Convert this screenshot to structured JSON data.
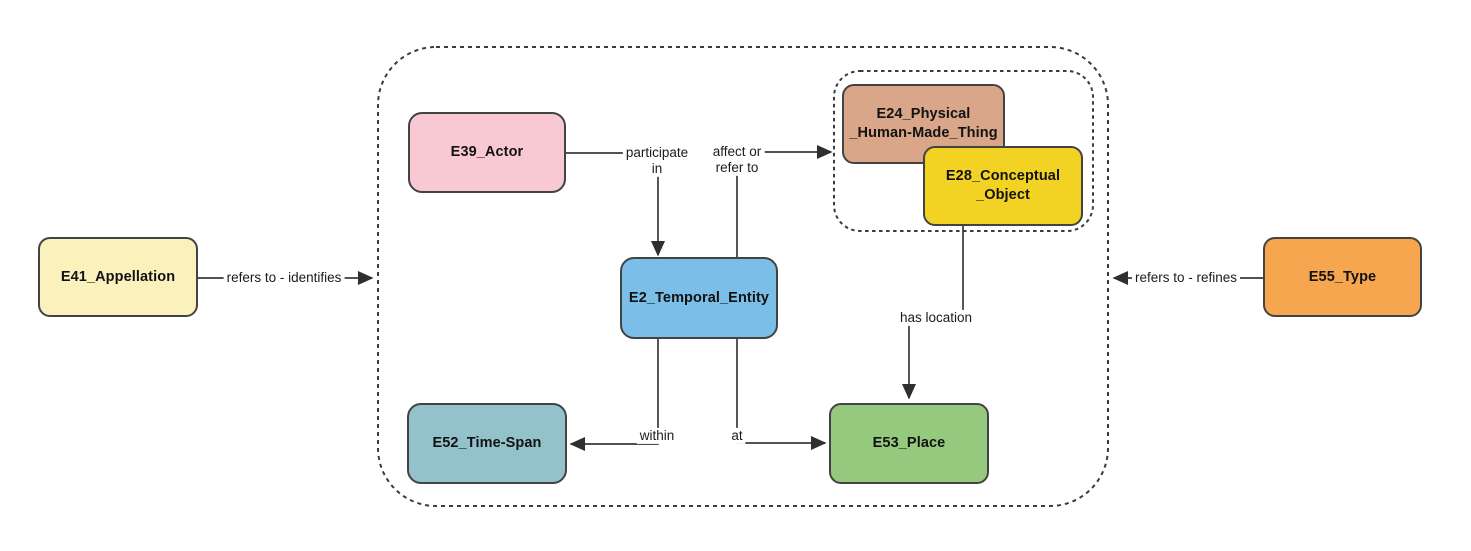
{
  "colors": {
    "background": "#ffffff",
    "node_border": "#434343",
    "edge_stroke": "#3a3a3a",
    "boundary_stroke": "#3b3b3b"
  },
  "nodes": {
    "e41": {
      "label": "E41_Appellation",
      "fill": "#FAF1BC"
    },
    "e39": {
      "label": "E39_Actor",
      "fill": "#F8C9D3"
    },
    "e24": {
      "label": "E24_Physical\n_Human-Made_Thing",
      "fill": "#D9A689"
    },
    "e28": {
      "label": "E28_Conceptual\n_Object",
      "fill": "#F2D324"
    },
    "e2": {
      "label": "E2_Temporal_Entity",
      "fill": "#7BBEE8"
    },
    "e52": {
      "label": "E52_Time-Span",
      "fill": "#93C2CB"
    },
    "e53": {
      "label": "E53_Place",
      "fill": "#94C97E"
    },
    "e55": {
      "label": "E55_Type",
      "fill": "#F6A64E"
    }
  },
  "edges": {
    "identifies": {
      "label": "refers to - identifies"
    },
    "refines": {
      "label": "refers to - refines"
    },
    "participate": {
      "label": "participate\nin"
    },
    "affect": {
      "label": "affect or\nrefer to"
    },
    "has_location": {
      "label": "has location"
    },
    "within": {
      "label": "within"
    },
    "at": {
      "label": "at"
    }
  }
}
